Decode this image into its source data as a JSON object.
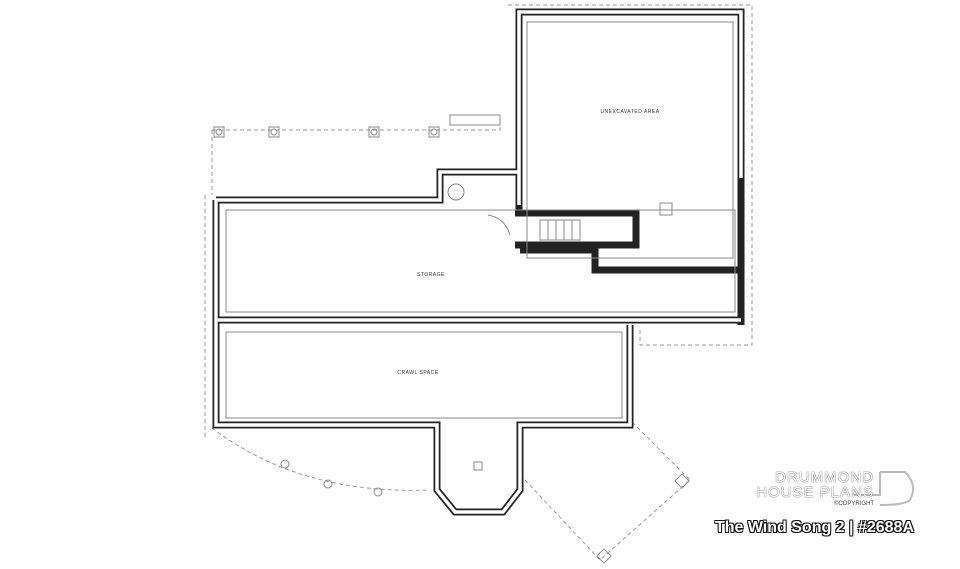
{
  "plan": {
    "rooms": {
      "unexcavated": "UNEXCAVATED AREA",
      "storage": "STORAGE",
      "crawl": "CRAWL SPACE"
    }
  },
  "branding": {
    "line1": "DRUMMOND",
    "line2": "HOUSE PLANS",
    "copyright": "©COPYRIGHT",
    "title": "The Wind Song 2 | #2688A"
  }
}
